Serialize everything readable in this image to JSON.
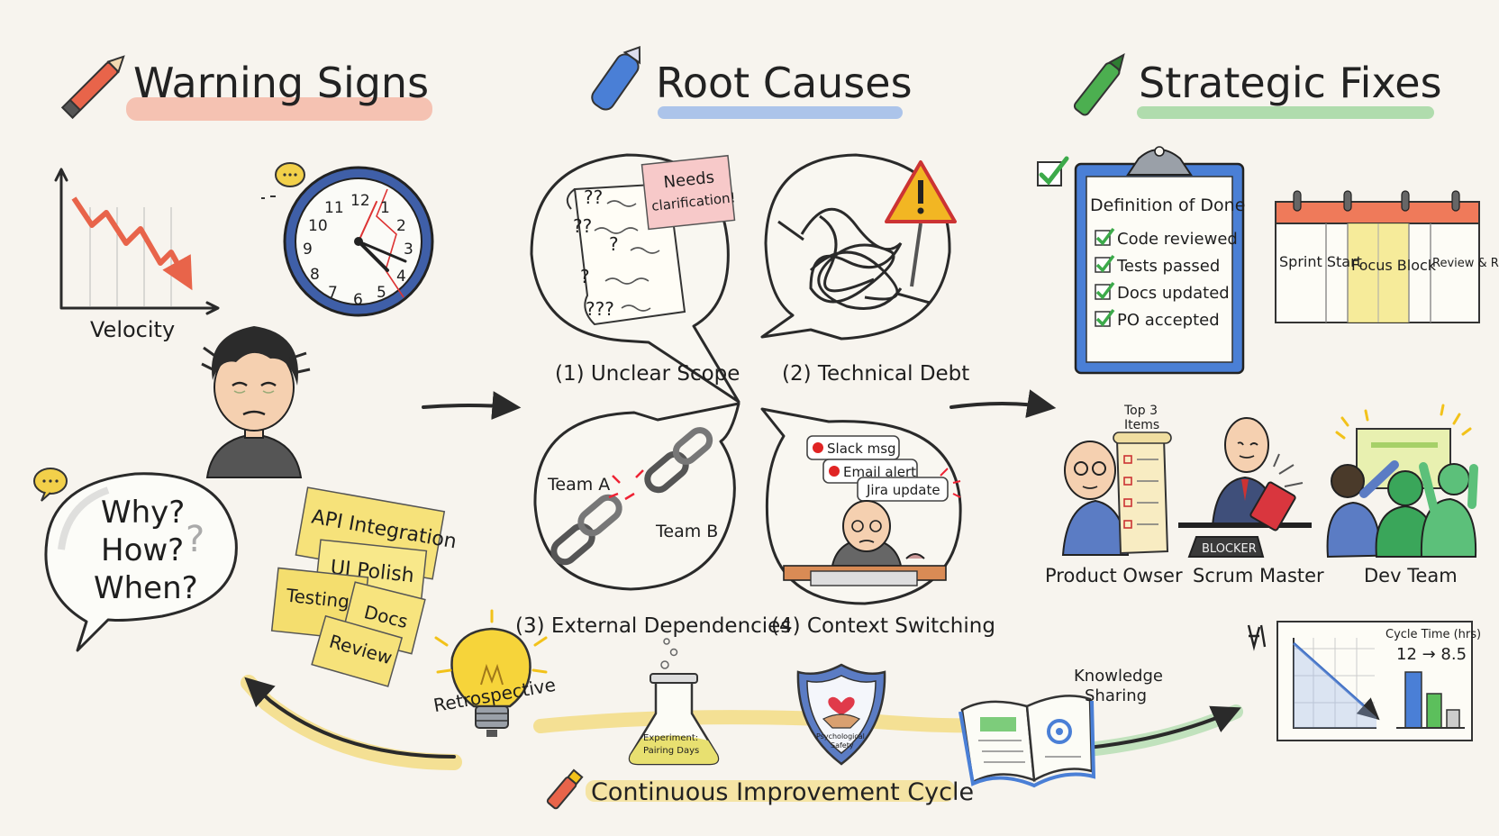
{
  "colors": {
    "background": "#f7f4ee",
    "warning_accent": "#e8644a",
    "causes_accent": "#4a7fd6",
    "fixes_accent": "#4caf50",
    "cycle_accent": "#f2d04a"
  },
  "sections": {
    "warning": {
      "title": "Warning Signs"
    },
    "causes": {
      "title": "Root Causes"
    },
    "fixes": {
      "title": "Strategic Fixes"
    }
  },
  "warning": {
    "velocity_label": "Velocity",
    "bubble_lines": [
      "Why?",
      "How?",
      "When?"
    ],
    "bubble_mark": "?",
    "sticky_notes": [
      "API Integration",
      "UI Polish",
      "Testing",
      "Docs",
      "Review"
    ],
    "clock_numbers": [
      "12",
      "1",
      "2",
      "3",
      "4",
      "5",
      "6",
      "7",
      "8",
      "9",
      "10",
      "11"
    ],
    "icons": [
      "line-chart-down-icon",
      "clock-icon",
      "stressed-person-icon",
      "speech-bubble-icon",
      "sticky-note-icon",
      "pencil-icon"
    ]
  },
  "causes": {
    "items": [
      {
        "label": "(1) Unclear Scope",
        "note": [
          "Needs",
          "clarification!"
        ],
        "marks": [
          "??",
          "??",
          "?",
          "?",
          "???"
        ]
      },
      {
        "label": "(2) Technical Debt"
      },
      {
        "label": "(3) External Dependencies",
        "team_a": "Team A",
        "team_b": "Team B"
      },
      {
        "label": "(4) Context Switching",
        "notifications": [
          "Slack msg",
          "Email alert",
          "Jira update"
        ]
      }
    ],
    "icons": [
      "document-icon",
      "tangled-wire-icon",
      "warning-sign-icon",
      "broken-chain-icon",
      "notification-icon",
      "pen-icon"
    ]
  },
  "fixes": {
    "dod": {
      "title": "Definition of Done",
      "items": [
        "Code reviewed",
        "Tests passed",
        "Docs updated",
        "PO accepted"
      ]
    },
    "calendar": [
      "Sprint Start",
      "Focus Block",
      "Review & Retro"
    ],
    "roles": [
      {
        "label": "Product Owser",
        "caption": [
          "Top 3",
          "Items"
        ]
      },
      {
        "label": "Scrum Master",
        "caption": [
          "BLOCKER"
        ]
      },
      {
        "label": "Dev Team"
      }
    ],
    "cycle_chart": {
      "title": "Cycle Time (hrs)",
      "value": "12 → 8.5"
    },
    "icons": [
      "clipboard-icon",
      "check-icon",
      "calendar-icon",
      "scroll-icon",
      "whiteboard-icon",
      "marker-icon"
    ]
  },
  "cycle": {
    "title": "Continuous Improvement Cycle",
    "retrospective": "Retrospective",
    "experiment": [
      "Experiment:",
      "Pairing Days"
    ],
    "safety": [
      "Psychological",
      "Safety"
    ],
    "knowledge": [
      "Knowledge",
      "Sharing"
    ],
    "icons": [
      "lightbulb-icon",
      "flask-icon",
      "shield-icon",
      "book-icon",
      "paint-brush-icon"
    ]
  }
}
